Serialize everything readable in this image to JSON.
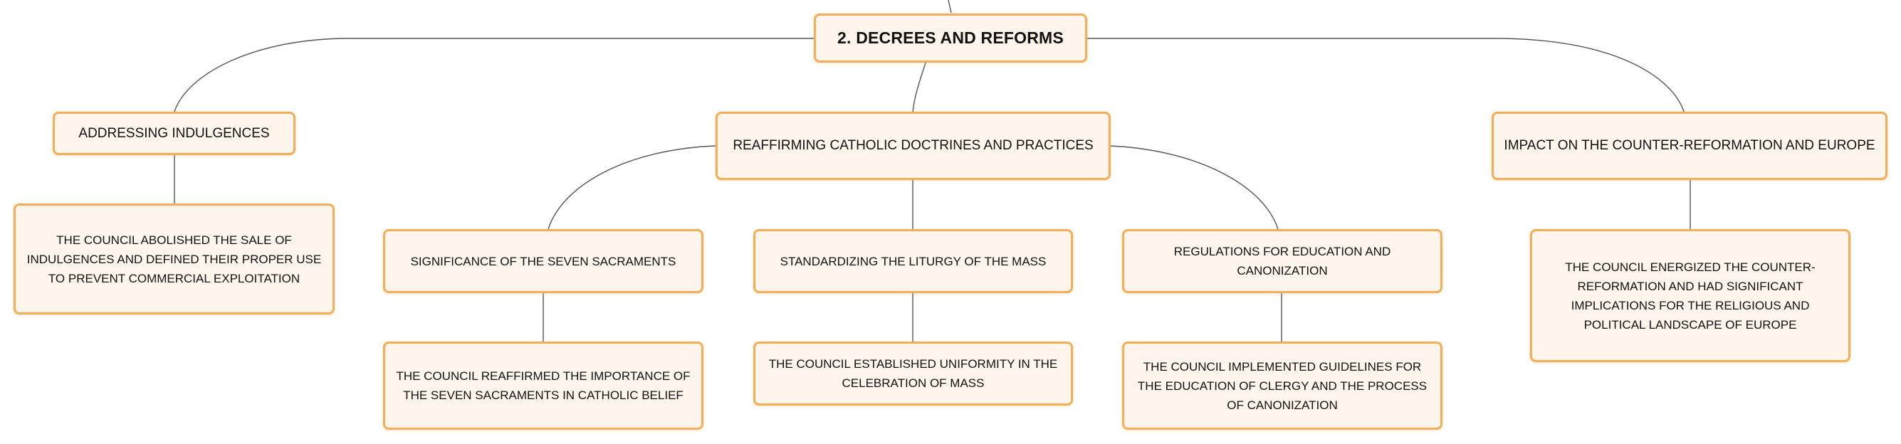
{
  "diagram": {
    "root": {
      "label": "2. DECREES AND REFORMS"
    },
    "branches": [
      {
        "label": "ADDRESSING INDULGENCES",
        "detail": "THE COUNCIL ABOLISHED THE SALE OF INDULGENCES AND DEFINED THEIR PROPER USE TO PREVENT COMMERCIAL EXPLOITATION"
      },
      {
        "label": "REAFFIRMING CATHOLIC DOCTRINES AND PRACTICES",
        "children": [
          {
            "label": "SIGNIFICANCE OF THE SEVEN SACRAMENTS",
            "detail": "THE COUNCIL REAFFIRMED THE IMPORTANCE OF THE SEVEN SACRAMENTS IN CATHOLIC BELIEF"
          },
          {
            "label": "STANDARDIZING THE LITURGY OF THE MASS",
            "detail": "THE COUNCIL ESTABLISHED UNIFORMITY IN THE CELEBRATION OF MASS"
          },
          {
            "label": "REGULATIONS FOR EDUCATION AND CANONIZATION",
            "detail": "THE COUNCIL IMPLEMENTED GUIDELINES FOR THE EDUCATION OF CLERGY AND THE PROCESS OF CANONIZATION"
          }
        ]
      },
      {
        "label": "IMPACT ON THE COUNTER-REFORMATION AND EUROPE",
        "detail": "THE COUNCIL ENERGIZED THE COUNTER-REFORMATION AND HAD SIGNIFICANT IMPLICATIONS FOR THE RELIGIOUS AND POLITICAL LANDSCAPE OF EUROPE"
      }
    ],
    "colors": {
      "node_border": "#f4ae58",
      "node_fill": "#fff5ec",
      "connector": "#555555",
      "text": "#111111"
    }
  }
}
